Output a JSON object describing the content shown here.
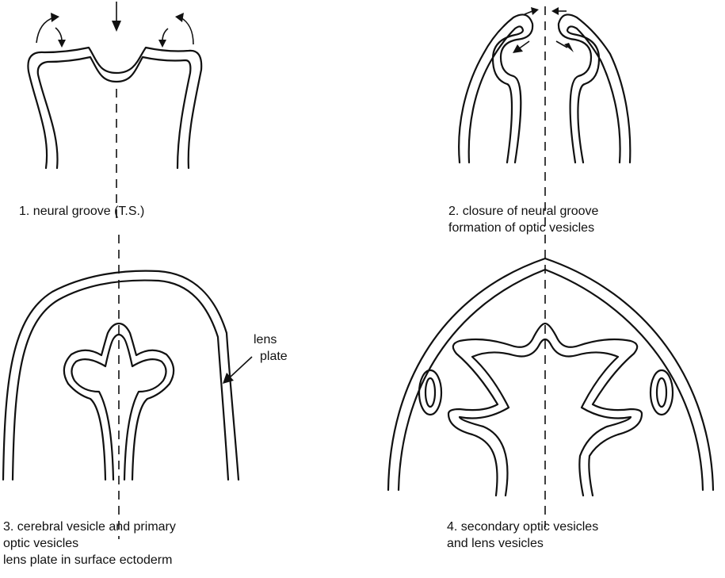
{
  "panels": [
    {
      "caption_lines": [
        "1.  neural groove (T.S.)"
      ]
    },
    {
      "caption_lines": [
        "2.  closure of neural groove",
        "formation of optic vesicles"
      ]
    },
    {
      "caption_lines": [
        "3.  cerebral vesicle and primary",
        "optic vesicles",
        "lens plate in surface ectoderm"
      ]
    },
    {
      "caption_lines": [
        "4.  secondary optic vesicles",
        "and lens vesicles"
      ]
    }
  ],
  "annotations": {
    "lens_plate_label": [
      "lens",
      "plate"
    ]
  },
  "colors": {
    "ink": "#111111",
    "background": "#ffffff"
  }
}
